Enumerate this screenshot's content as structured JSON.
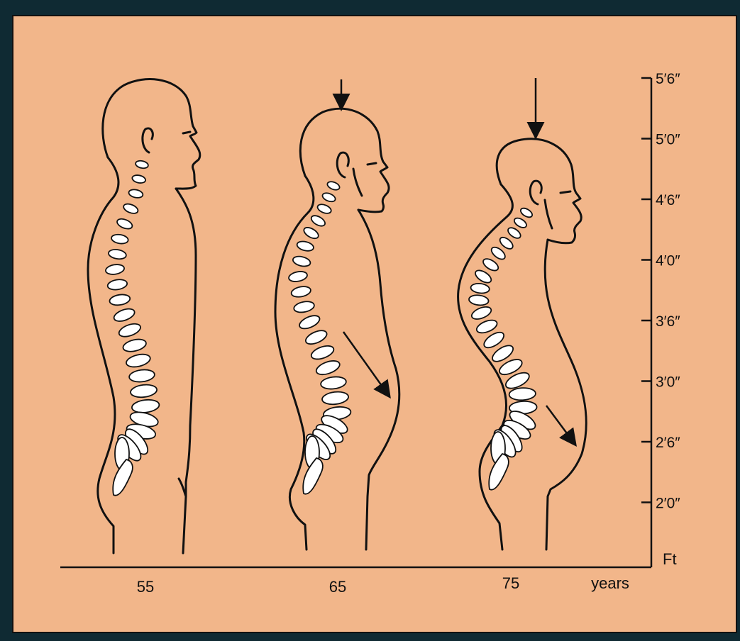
{
  "colors": {
    "background": "#f2b68a",
    "line": "#111111",
    "vertebra": "#ffffff",
    "frame_outer": "#0f2a33"
  },
  "scale": {
    "unit_label": "Ft",
    "ticks": [
      "5′6″",
      "5′0″",
      "4′6″",
      "4′0″",
      "3′6″",
      "3′0″",
      "2′6″",
      "2′0″"
    ]
  },
  "ages": {
    "labels": [
      "55",
      "65",
      "75"
    ],
    "unit_label": "years"
  },
  "figures": [
    {
      "age": "55",
      "icon": "upright-spine-figure"
    },
    {
      "age": "65",
      "icon": "stooped-spine-figure"
    },
    {
      "age": "75",
      "icon": "hunched-spine-figure"
    }
  ],
  "arrows": {
    "height_loss": [
      "65",
      "75"
    ],
    "abdomen_protrusion": [
      "65",
      "75"
    ]
  }
}
